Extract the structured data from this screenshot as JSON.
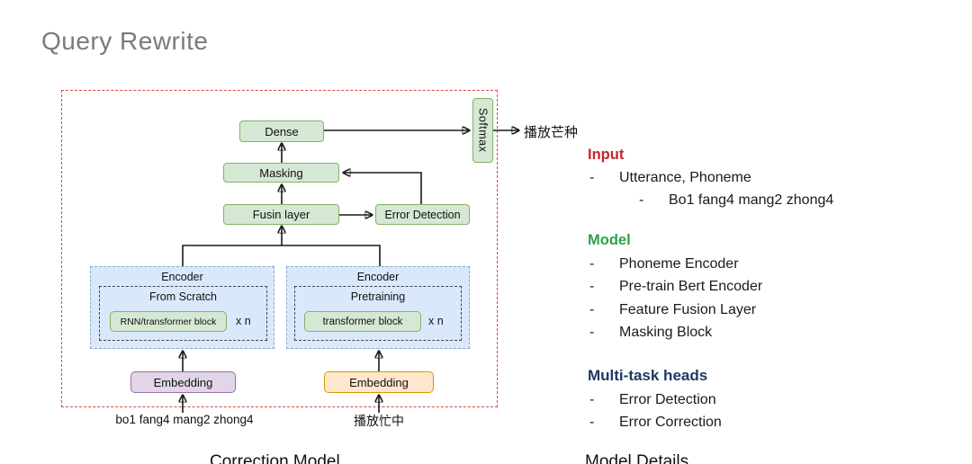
{
  "slide": {
    "title": "Query Rewrite"
  },
  "diagram": {
    "boxes": {
      "dense": "Dense",
      "masking": "Masking",
      "fusion": "Fusin layer",
      "error_detection": "Error Detection",
      "softmax": "Softmax",
      "embedding_left": "Embedding",
      "embedding_right": "Embedding"
    },
    "encoders": {
      "left": {
        "title": "Encoder",
        "mode": "From Scratch",
        "block": "RNN/transformer block",
        "repeat": "x n"
      },
      "right": {
        "title": "Encoder",
        "mode": "Pretraining",
        "block": "transformer block",
        "repeat": "x n"
      }
    },
    "labels": {
      "output": "播放芒种",
      "input_left": "bo1 fang4 mang2 zhong4",
      "input_right": "播放忙中",
      "caption": "Correction Model"
    }
  },
  "panel": {
    "sections": [
      {
        "heading": "Input",
        "color": "#c3262b",
        "items": [
          {
            "dash": "-",
            "text": "Utterance, Phoneme"
          },
          {
            "dash": "-",
            "text": "Bo1 fang4 mang2 zhong4"
          }
        ]
      },
      {
        "heading": "Model",
        "color": "#2ca24c",
        "items": [
          {
            "dash": "-",
            "text": "Phoneme Encoder"
          },
          {
            "dash": "-",
            "text": "Pre-train Bert Encoder"
          },
          {
            "dash": "-",
            "text": "Feature Fusion Layer"
          },
          {
            "dash": "-",
            "text": "Masking Block"
          }
        ]
      },
      {
        "heading": "Multi-task heads",
        "color": "#1f3864",
        "items": [
          {
            "dash": "-",
            "text": "Error Detection"
          },
          {
            "dash": "-",
            "text": "Error Correction"
          }
        ]
      }
    ],
    "footer": "Model Details"
  },
  "colors": {
    "box_green_fill": "#d5e8d4",
    "box_green_stroke": "#82b366",
    "encoder_blue_fill": "#dae8fc",
    "embedding_purple_fill": "#e1d5e7",
    "embedding_purple_stroke": "#9673a6",
    "embedding_orange_fill": "#ffe6cc",
    "embedding_orange_stroke": "#d79b00",
    "frame_red": "#e04646",
    "title_gray": "#7a7a7a"
  }
}
